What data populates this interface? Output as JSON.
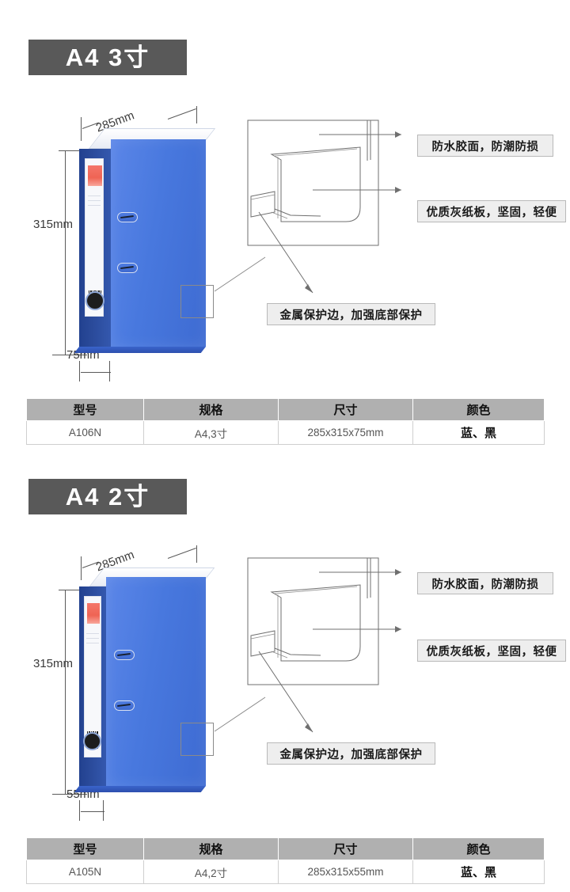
{
  "sections": [
    {
      "title": "A4  3寸",
      "dimensions": {
        "width": "285mm",
        "height": "315mm",
        "depth": "75mm"
      },
      "callouts": [
        "防水胶面，防潮防损",
        "优质灰纸板，坚固，轻便",
        "金属保护边，加强底部保护"
      ],
      "table": {
        "headers": [
          "型号",
          "规格",
          "尺寸",
          "颜色"
        ],
        "rows": [
          [
            "A106N",
            "A4,3寸",
            "285x315x75mm",
            "蓝、黑"
          ]
        ]
      }
    },
    {
      "title": "A4  2寸",
      "dimensions": {
        "width": "285mm",
        "height": "315mm",
        "depth": "55mm"
      },
      "callouts": [
        "防水胶面，防潮防损",
        "优质灰纸板，坚固，轻便",
        "金属保护边，加强底部保护"
      ],
      "table": {
        "headers": [
          "型号",
          "规格",
          "尺寸",
          "颜色"
        ],
        "rows": [
          [
            "A105N",
            "A4,2寸",
            "285x315x55mm",
            "蓝、黑"
          ]
        ]
      }
    }
  ],
  "colors": {
    "banner_background": "#595959",
    "banner_text": "#ffffff",
    "table_header_background": "#b0b0b0",
    "callout_background": "#eeeeee",
    "callout_border": "#b9b9b9",
    "binder_cover": "#4878de",
    "binder_spine": "#2a4a9a",
    "spine_label_accent": "#ef6454",
    "page_background": "#ffffff"
  }
}
